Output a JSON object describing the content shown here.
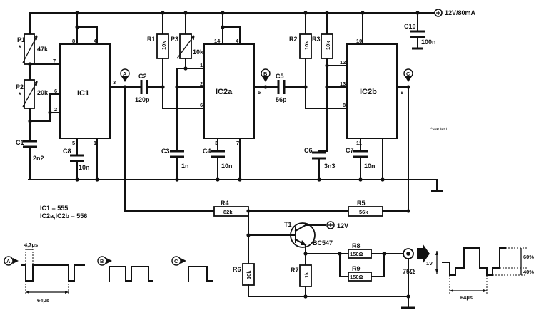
{
  "supply": {
    "label": "12V/80mA"
  },
  "ics": {
    "ic1": "IC1",
    "ic2a": "IC2a",
    "ic2b": "IC2b"
  },
  "pins": {
    "ic1": [
      "8",
      "4",
      "7",
      "6",
      "2",
      "3",
      "5",
      "1"
    ],
    "ic2a": [
      "14",
      "4",
      "1",
      "2",
      "6",
      "5",
      "3",
      "7"
    ],
    "ic2b": [
      "10",
      "12",
      "13",
      "8",
      "9",
      "11"
    ]
  },
  "components": {
    "p1": {
      "name": "P1",
      "value": "47k"
    },
    "p2": {
      "name": "P2",
      "value": "20k"
    },
    "c1": {
      "name": "C1",
      "value": "2n2"
    },
    "c8": {
      "name": "C8",
      "value": "10n"
    },
    "c2": {
      "name": "C2",
      "value": "120p"
    },
    "r1": {
      "name": "R1",
      "value": "10k"
    },
    "p3": {
      "name": "P3",
      "value": "10k"
    },
    "c3": {
      "name": "C3",
      "value": "1n"
    },
    "c4": {
      "name": "C4",
      "value": "10n"
    },
    "c5": {
      "name": "C5",
      "value": "56p"
    },
    "r2": {
      "name": "R2",
      "value": "10k"
    },
    "r3": {
      "name": "R3",
      "value": "10k"
    },
    "c6": {
      "name": "C6",
      "value": "3n3"
    },
    "c7": {
      "name": "C7",
      "value": "10n"
    },
    "c10": {
      "name": "C10",
      "value": "100n"
    },
    "r4": {
      "name": "R4",
      "value": "82k"
    },
    "r5": {
      "name": "R5",
      "value": "56k"
    },
    "t1": {
      "name": "T1",
      "value": "BC547",
      "supply": "12V"
    },
    "r6": {
      "name": "R6",
      "value": "10k"
    },
    "r7": {
      "name": "R7",
      "value": "1k"
    },
    "r8": {
      "name": "R8",
      "value": "150Ω"
    },
    "r9": {
      "name": "R9",
      "value": "150Ω"
    },
    "output": {
      "value": "75Ω"
    }
  },
  "markers": {
    "a": "A",
    "b": "B",
    "c": "C"
  },
  "notes": {
    "see_text": "*see text",
    "star": "*",
    "ic1_type": "IC1 = 555",
    "ic2_type": "IC2a,IC2b = 556"
  },
  "waveforms": {
    "pulse_width": "4,7μs",
    "period": "64μs",
    "level": "1V",
    "pct_high": "60%",
    "pct_low": "40%"
  }
}
